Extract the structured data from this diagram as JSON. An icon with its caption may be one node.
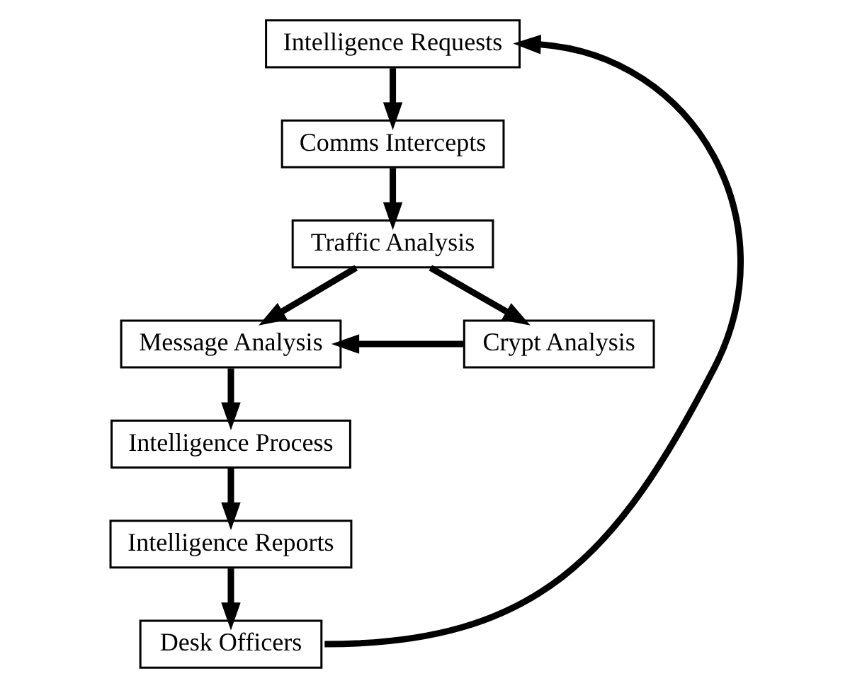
{
  "diagram": {
    "nodes": [
      {
        "text": [
          "Intelligence Requests"
        ]
      },
      {
        "text": [
          "Comms Intercepts"
        ]
      },
      {
        "text": [
          "Traffic Analysis"
        ]
      },
      {
        "text": [
          "Message Analysis"
        ]
      },
      {
        "text": [
          "Crypt Analysis"
        ]
      },
      {
        "text": [
          "Intelligence Process"
        ]
      },
      {
        "text": [
          "Intelligence Reports"
        ]
      },
      {
        "text": [
          "Desk Officers"
        ]
      }
    ],
    "edges": [
      {
        "from": 0,
        "to": 1,
        "arrow": "to"
      },
      {
        "from": 1,
        "to": 2,
        "arrow": "to"
      },
      {
        "from": 2,
        "to": 3,
        "arrow": "to"
      },
      {
        "from": 2,
        "to": 4,
        "arrow": "to"
      },
      {
        "from": 4,
        "to": 3,
        "arrow": "to"
      },
      {
        "from": 3,
        "to": 5,
        "arrow": "to"
      },
      {
        "from": 5,
        "to": 6,
        "arrow": "to"
      },
      {
        "from": 6,
        "to": 7,
        "arrow": "to"
      },
      {
        "from": 7,
        "to": 0,
        "arrow": "to"
      }
    ]
  }
}
